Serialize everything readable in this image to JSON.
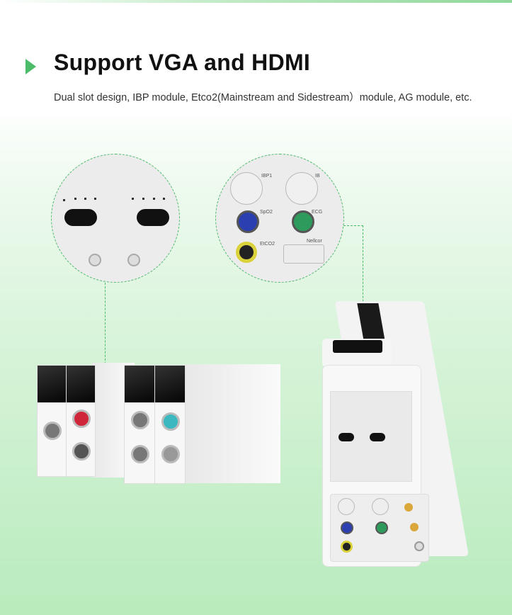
{
  "header": {
    "title": "Support VGA and HDMI",
    "description": "Dual slot design, IBP module, Etco2(Mainstream and Sidestream）module, AG module, etc."
  },
  "detail_labels": {
    "ibp1": "IBP1",
    "ibp2": "IB",
    "spo2": "SpO2",
    "ecg": "ECG",
    "etco2": "EtCO2",
    "nellcor": "Nellcor"
  },
  "colors": {
    "accent": "#4cbb6a",
    "spo2_port": "#2b3fb0",
    "ecg_port": "#2e9a5c",
    "etco2_ring": "#d9d23a"
  }
}
